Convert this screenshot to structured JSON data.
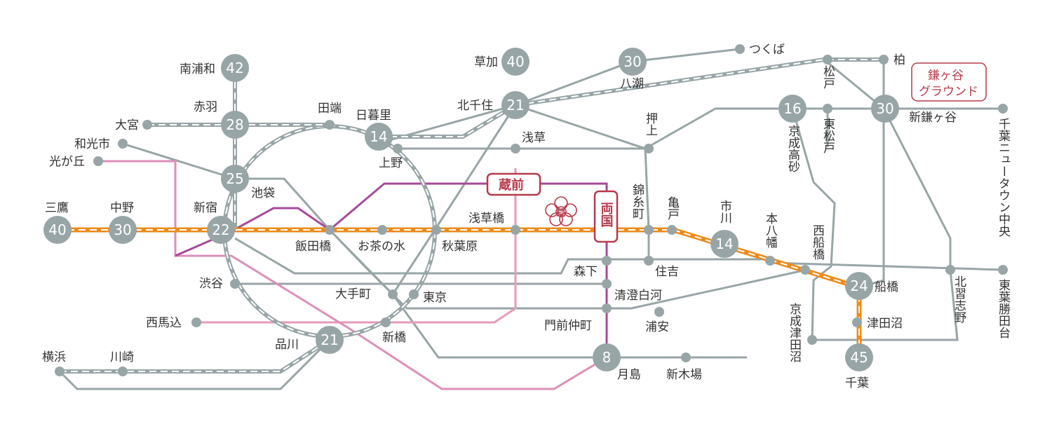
{
  "colors": {
    "line_gray": "#98a5a7",
    "line_orange": "#ed8b1a",
    "line_oedo": "#a54a9a",
    "line_pink": "#dc8fb8",
    "highlight": "#b73a4a",
    "badge": "#98a5a7"
  },
  "badges": {
    "minamiurawa": "42",
    "akabane": "28",
    "ikebukuro": "25",
    "shinjuku": "22",
    "mitaka": "40",
    "nakano": "30",
    "nippori": "14",
    "kitasenju": "21",
    "soka": "40",
    "yashio": "30",
    "shinkamagaya": "30",
    "keiseitakasago": "16",
    "ichikawa": "14",
    "funabashi": "24",
    "chiba": "45",
    "shinagawa": "21",
    "tsukishima": "8"
  },
  "stations": {
    "minamiurawa": "南浦和",
    "akabane": "赤羽",
    "omiya": "大宮",
    "wakoshi": "和光市",
    "hikarigaoka": "光が丘",
    "ikebukuro": "池袋",
    "tabata": "田端",
    "nippori": "日暮里",
    "ueno": "上野",
    "shinjuku": "新宿",
    "mitaka": "三鷹",
    "nakano": "中野",
    "iidabashi": "飯田橋",
    "ochanomizu": "お茶の水",
    "akihabara": "秋葉原",
    "asakusabashi": "浅草橋",
    "shibuya": "渋谷",
    "otemachi": "大手町",
    "tokyo": "東京",
    "nishimagome": "西馬込",
    "shimbashi": "新橋",
    "shinagawa": "品川",
    "yokohama": "横浜",
    "kawasaki": "川崎",
    "soka": "草加",
    "kitasenju": "北千住",
    "asakusa": "浅草",
    "yashio": "八潮",
    "tsukuba": "つくば",
    "kashiwa": "柏",
    "matsudo": "松戸",
    "shinkamagaya": "新鎌ヶ谷",
    "oshiage": "押上",
    "kinshicho": "錦糸町",
    "kameido": "亀戸",
    "morishita": "森下",
    "sumiyoshi": "住吉",
    "kiyosumi": "清澄白河",
    "monzen": "門前仲町",
    "tsukishima": "月島",
    "shinkiba": "新木場",
    "urayasu": "浦安",
    "keiseitakasago": "京成高砂",
    "higashimatsudo": "東松戸",
    "ichikawa": "市川",
    "motoyawata": "本八幡",
    "nishifunabashi": "西船橋",
    "funabashi": "船橋",
    "tsudanuma": "津田沼",
    "keiseitsudanuma": "京成津田沼",
    "chiba": "千葉",
    "kitanarashino": "北習志野",
    "chibanewtown": "千葉ニュータウン中央",
    "tokatsudai": "東葉勝田台"
  },
  "highlights": {
    "kuramae": "蔵前",
    "ryogoku": "両国",
    "ground_line1": "鎌ヶ谷",
    "ground_line2": "グラウンド"
  },
  "logo": "蔵"
}
